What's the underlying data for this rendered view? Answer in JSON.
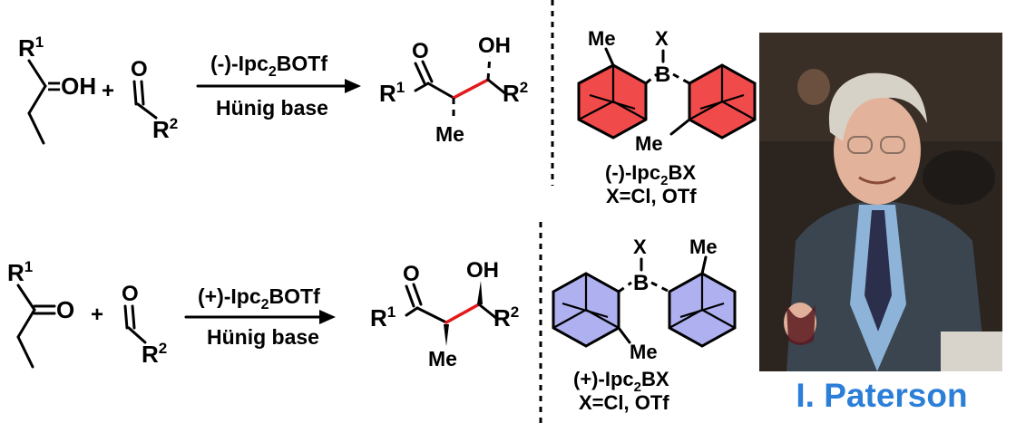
{
  "reaction_top": {
    "ketone": {
      "r1": "R",
      "r1_sup": "1",
      "oh": "=OH",
      "plus": "+"
    },
    "aldehyde": {
      "o": "O",
      "r2": "R",
      "r2_sup": "2"
    },
    "reagent": "(-)-Ipc",
    "reagent_sub": "2",
    "reagent_tail": "BOTf",
    "base": "Hünig base",
    "product": {
      "o": "O",
      "oh": "OH",
      "r1": "R",
      "r1_sup": "1",
      "r2": "R",
      "r2_sup": "2",
      "me": "Me"
    },
    "catalyst": {
      "x": "X",
      "b": "B",
      "me1": "Me",
      "me2": "Me",
      "name": "(-)-Ipc",
      "name_sub": "2",
      "name_tail": "BX",
      "variants": "X=Cl, OTf"
    }
  },
  "reaction_bottom": {
    "ketone": {
      "r1": "R",
      "r1_sup": "1",
      "o": "O",
      "plus": "+"
    },
    "aldehyde": {
      "o": "O",
      "r2": "R",
      "r2_sup": "2"
    },
    "reagent": "(+)-Ipc",
    "reagent_sub": "2",
    "reagent_tail": "BOTf",
    "base": "Hünig base",
    "product": {
      "o": "O",
      "oh": "OH",
      "r1": "R",
      "r1_sup": "1",
      "r2": "R",
      "r2_sup": "2",
      "me": "Me"
    },
    "catalyst": {
      "x": "X",
      "b": "B",
      "me1": "Me",
      "me2": "Me",
      "name": "(+)-Ipc",
      "name_sub": "2",
      "name_tail": "BX",
      "variants": "X=Cl, OTf"
    }
  },
  "colors": {
    "red_bond": "#e3191c",
    "red_ring": "#f04a4a",
    "blue_ring": "#aeb0f0",
    "caption": "#2c7fd8"
  },
  "caption": "I. Paterson"
}
